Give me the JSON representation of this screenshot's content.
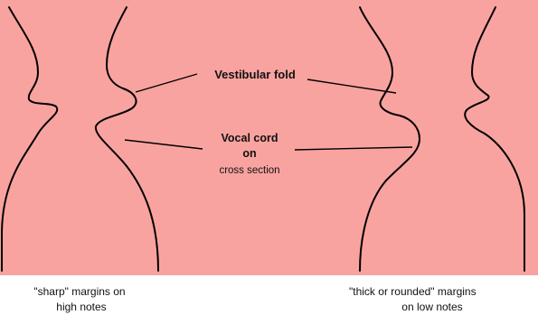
{
  "colors": {
    "background": "#f9a3a0",
    "stroke": "#000000",
    "page": "#ffffff"
  },
  "labels": {
    "vestibular_fold": "Vestibular fold",
    "vocal_cord_line1": "Vocal cord",
    "vocal_cord_line2": "on",
    "vocal_cord_line3": "cross section"
  },
  "captions": {
    "left_line1": "\"sharp\" margins on",
    "left_line2": "high notes",
    "right_line1": "\"thick or rounded\" margins",
    "right_line2": "on low notes"
  }
}
